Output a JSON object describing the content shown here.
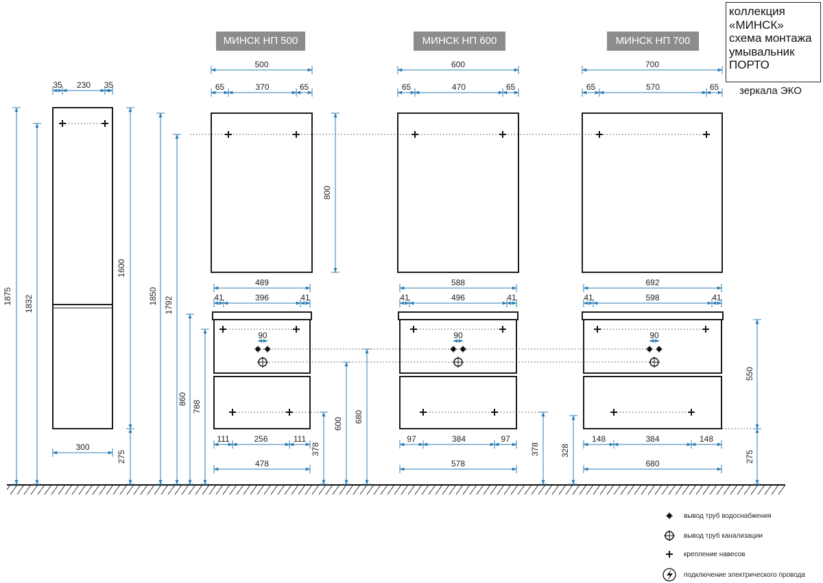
{
  "info_box": {
    "lines": [
      "коллекция",
      "«МИНСК»",
      "схема монтажа",
      "умывальник",
      "ПОРТО"
    ],
    "mirror_note": "зеркала ЭКО"
  },
  "cabinet": {
    "widths": [
      "35",
      "230",
      "35"
    ],
    "bottom_width": "300",
    "heights": [
      "1875",
      "1832",
      "1600",
      "275"
    ]
  },
  "models": [
    {
      "title": "МИНСК НП 500",
      "mirror": {
        "width": "500",
        "offsets": [
          "65",
          "370",
          "65"
        ],
        "height": "800"
      },
      "vanity": {
        "top_width": "489",
        "offsets": [
          "41",
          "396",
          "41"
        ],
        "pipe_spacing": "90",
        "leg_offsets": [
          "111",
          "256",
          "111"
        ],
        "bottom_width": "478"
      },
      "heights": {
        "mirror_mount": "1850",
        "mirror_screws": "1792",
        "vanity_top": "860",
        "vanity_mount": "788",
        "sewer": "600",
        "water": "680",
        "bottom_mount": "378"
      }
    },
    {
      "title": "МИНСК НП 600",
      "mirror": {
        "width": "600",
        "offsets": [
          "65",
          "470",
          "65"
        ]
      },
      "vanity": {
        "top_width": "588",
        "offsets": [
          "41",
          "496",
          "41"
        ],
        "pipe_spacing": "90",
        "leg_offsets": [
          "97",
          "384",
          "97"
        ],
        "bottom_width": "578"
      },
      "heights": {
        "bottom_mount": "378"
      }
    },
    {
      "title": "МИНСК НП 700",
      "mirror": {
        "width": "700",
        "offsets": [
          "65",
          "570",
          "65"
        ]
      },
      "vanity": {
        "top_width": "692",
        "offsets": [
          "41",
          "598",
          "41"
        ],
        "pipe_spacing": "90",
        "leg_offsets": [
          "148",
          "384",
          "148"
        ],
        "bottom_width": "680"
      },
      "heights": {
        "bottom_mount": "328",
        "vanity_height": "550",
        "floor_gap": "275"
      }
    }
  ],
  "legend": [
    {
      "icon": "water-supply-icon",
      "label": "вывод труб водоснабжения"
    },
    {
      "icon": "sewer-outlet-icon",
      "label": "вывод труб канализации"
    },
    {
      "icon": "mount-point-icon",
      "label": "крепление навесов"
    },
    {
      "icon": "electric-icon",
      "label": "подключение электрического провода"
    }
  ],
  "colors": {
    "dimension": "#2d7db3",
    "outline": "#1a1a1a",
    "badge": "#8c8c8c",
    "guide": "#444444"
  }
}
